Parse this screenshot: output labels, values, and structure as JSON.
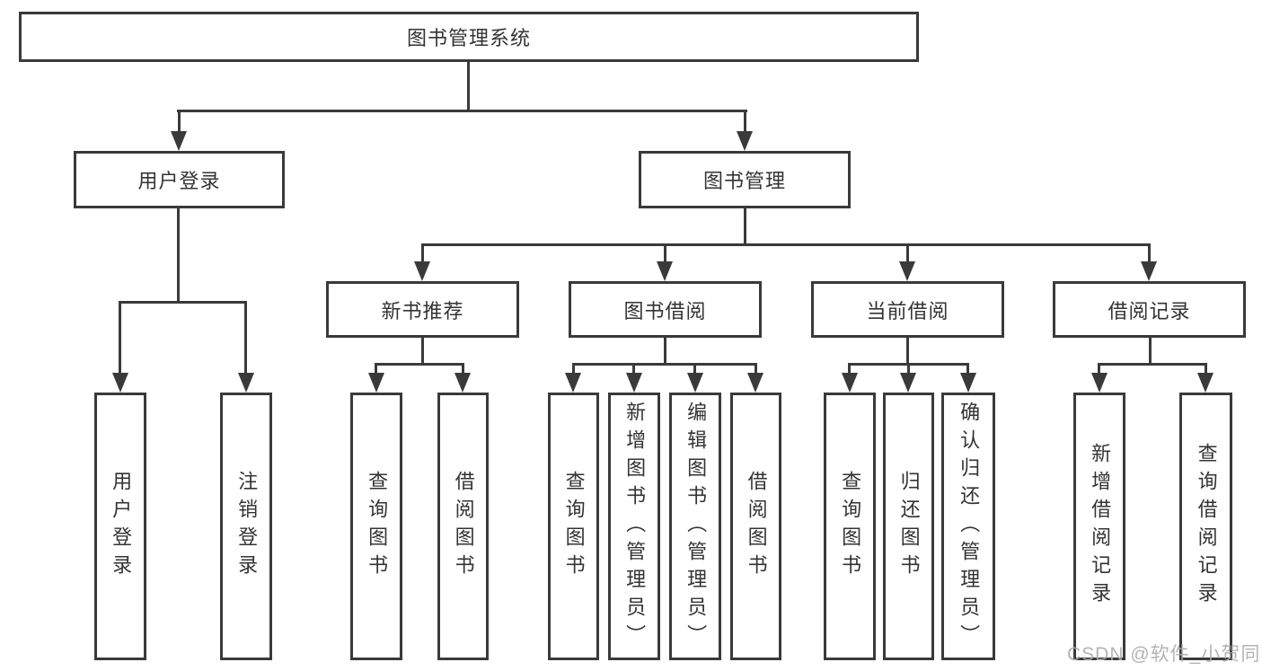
{
  "tree": {
    "label": "图书管理系统",
    "children": [
      {
        "label": "用户登录",
        "children": [
          {
            "label": "用户登录"
          },
          {
            "label": "注销登录"
          }
        ]
      },
      {
        "label": "图书管理",
        "children": [
          {
            "label": "新书推荐",
            "children": [
              {
                "label": "查询图书"
              },
              {
                "label": "借阅图书"
              }
            ]
          },
          {
            "label": "图书借阅",
            "children": [
              {
                "label": "查询图书"
              },
              {
                "label": "新增图书（管理员）"
              },
              {
                "label": "编辑图书（管理员）"
              },
              {
                "label": "借阅图书"
              }
            ]
          },
          {
            "label": "当前借阅",
            "children": [
              {
                "label": "查询图书"
              },
              {
                "label": "归还图书"
              },
              {
                "label": "确认归还（管理员）"
              }
            ]
          },
          {
            "label": "借阅记录",
            "children": [
              {
                "label": "新增借阅记录"
              },
              {
                "label": "查询借阅记录"
              }
            ]
          }
        ]
      }
    ]
  },
  "watermark": "CSDN @软件_小贺同学",
  "colors": {
    "line": "#3a3a3a",
    "text": "#333333",
    "background": "#ffffff",
    "watermark": "#acacac"
  }
}
